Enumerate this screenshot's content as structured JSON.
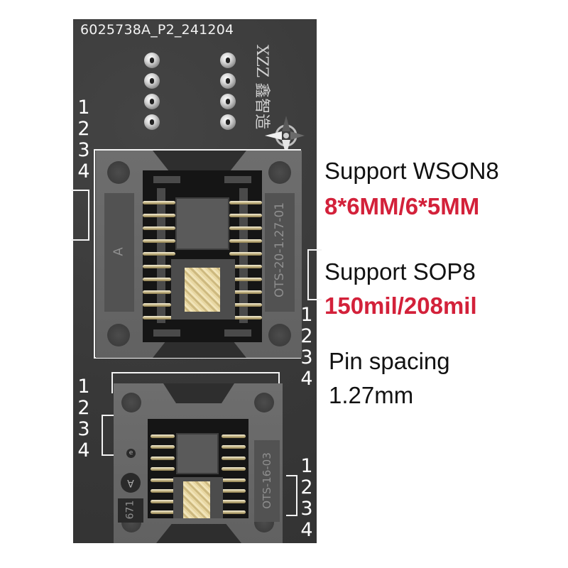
{
  "board": {
    "label": "6025738A_P2_241204",
    "logo": {
      "latin": "XZZ",
      "chinese": "鑫智造",
      "icon": "compass-star-icon"
    },
    "top_pin_numbers": [
      "1",
      "2",
      "3",
      "4"
    ],
    "upper_socket": {
      "model": "OTS-20-1.27-01",
      "side_mark": "A",
      "right_pin_numbers": [
        "1",
        "2",
        "3",
        "4"
      ]
    },
    "lower_socket": {
      "model": "OTS-16-03",
      "side_mark_small": "e",
      "side_mark_circle": "A",
      "code": "671",
      "left_pin_numbers": [
        "1",
        "2",
        "3",
        "4"
      ],
      "right_pin_numbers": [
        "1",
        "2",
        "3",
        "4"
      ]
    }
  },
  "specs": [
    {
      "title": "Support WSON8",
      "value": "8*6MM/6*5MM"
    },
    {
      "title": "Support SOP8",
      "value": "150mil/208mil"
    },
    {
      "title": "Pin spacing",
      "value": "1.27mm"
    }
  ],
  "colors": {
    "board": "#3a3a3a",
    "socket": "#6a6a6a",
    "accent_red": "#d3213a",
    "text_black": "#111111"
  }
}
